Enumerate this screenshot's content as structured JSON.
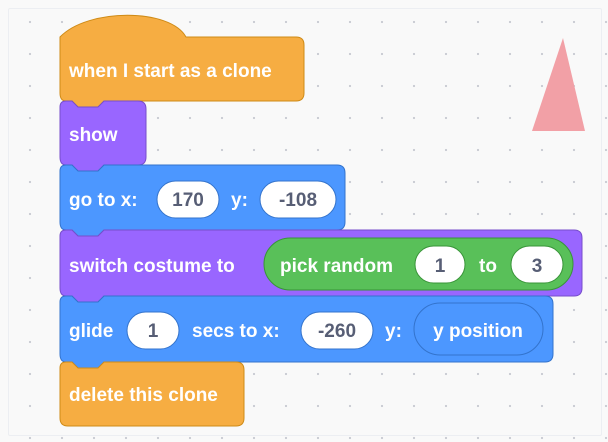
{
  "colors": {
    "events": "#f6ad42",
    "events_edge": "#cf8b17",
    "looks": "#9966ff",
    "looks_edge": "#774dcb",
    "motion": "#4c97ff",
    "motion_edge": "#3373cc",
    "operators": "#59c059",
    "operators_edge": "#389438",
    "sprite": "#f2a0a6"
  },
  "script": {
    "hat": {
      "label": "when I start as a clone"
    },
    "show": {
      "label": "show"
    },
    "go_to": {
      "label_x": "go to x:",
      "x_value": "170",
      "label_y": "y:",
      "y_value": "-108"
    },
    "switch_costume": {
      "label": "switch costume to",
      "pick_random": {
        "label": "pick random",
        "from": "1",
        "label_to": "to",
        "to": "3"
      }
    },
    "glide": {
      "label": "glide",
      "secs": "1",
      "label_secs": "secs to x:",
      "x_value": "-260",
      "label_y": "y:",
      "y_reporter": "y position"
    },
    "delete_clone": {
      "label": "delete this clone"
    }
  },
  "sprite_icon": "triangle-sprite-icon"
}
